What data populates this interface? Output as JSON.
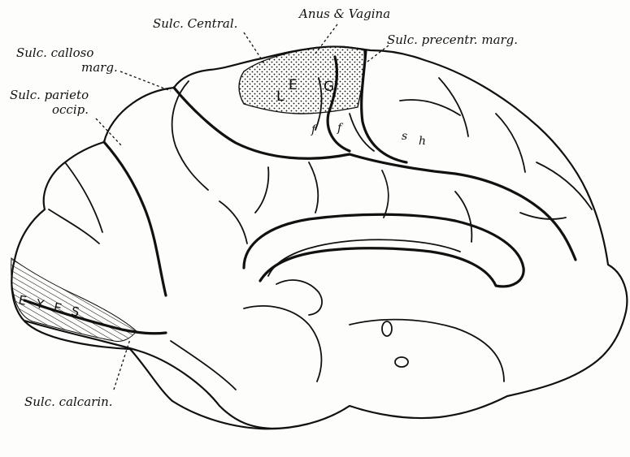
{
  "labels": {
    "sulc_central": "Sulc. Central.",
    "anus_vagina": "Anus & Vagina",
    "sulc_precentr_marg": "Sulc. precentr. marg.",
    "sulc_calloso_line1": "Sulc. calloso",
    "sulc_calloso_line2": "marg.",
    "sulc_parieto_line1": "Sulc. parieto",
    "sulc_parieto_line2": "occip.",
    "sulc_calcarin": "Sulc. calcarin."
  },
  "areas": {
    "L": "L",
    "E": "E",
    "G": "G",
    "f1": "f",
    "f2": "f",
    "s": "s",
    "h": "h",
    "eyes": "E Y E S"
  }
}
